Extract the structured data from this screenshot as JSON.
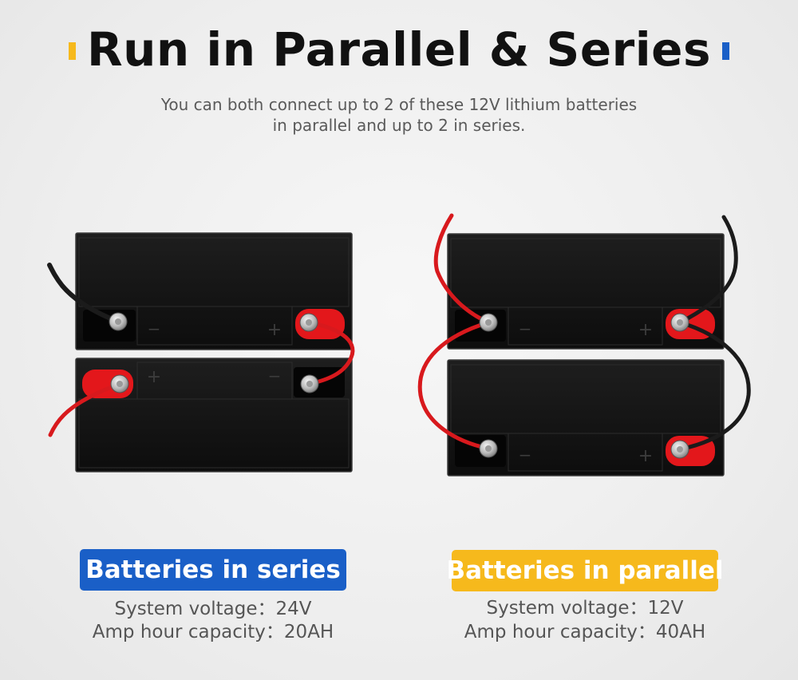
{
  "header": {
    "title": "Run in Parallel & Series",
    "subtitle_line1": "You can both connect up to 2 of these 12V lithium batteries",
    "subtitle_line2": "in parallel and up to 2 in series.",
    "accent_left_color": "#f6b91c",
    "accent_right_color": "#1a5fc7"
  },
  "series": {
    "label": "Batteries in series",
    "voltage_line": "System voltage：24V",
    "capacity_line": "Amp hour capacity：20AH",
    "color": "#1a5fc7"
  },
  "parallel": {
    "label": "Batteries in parallel",
    "voltage_line": "System voltage：12V",
    "capacity_line": "Amp hour capacity：40AH",
    "color": "#f6b91c"
  },
  "colors": {
    "battery_body": "#141414",
    "terminal_red": "#e3171b",
    "wire_red": "#d8191d",
    "wire_black": "#1b1b1b"
  },
  "icons": {
    "plus": "+",
    "minus": "−"
  }
}
